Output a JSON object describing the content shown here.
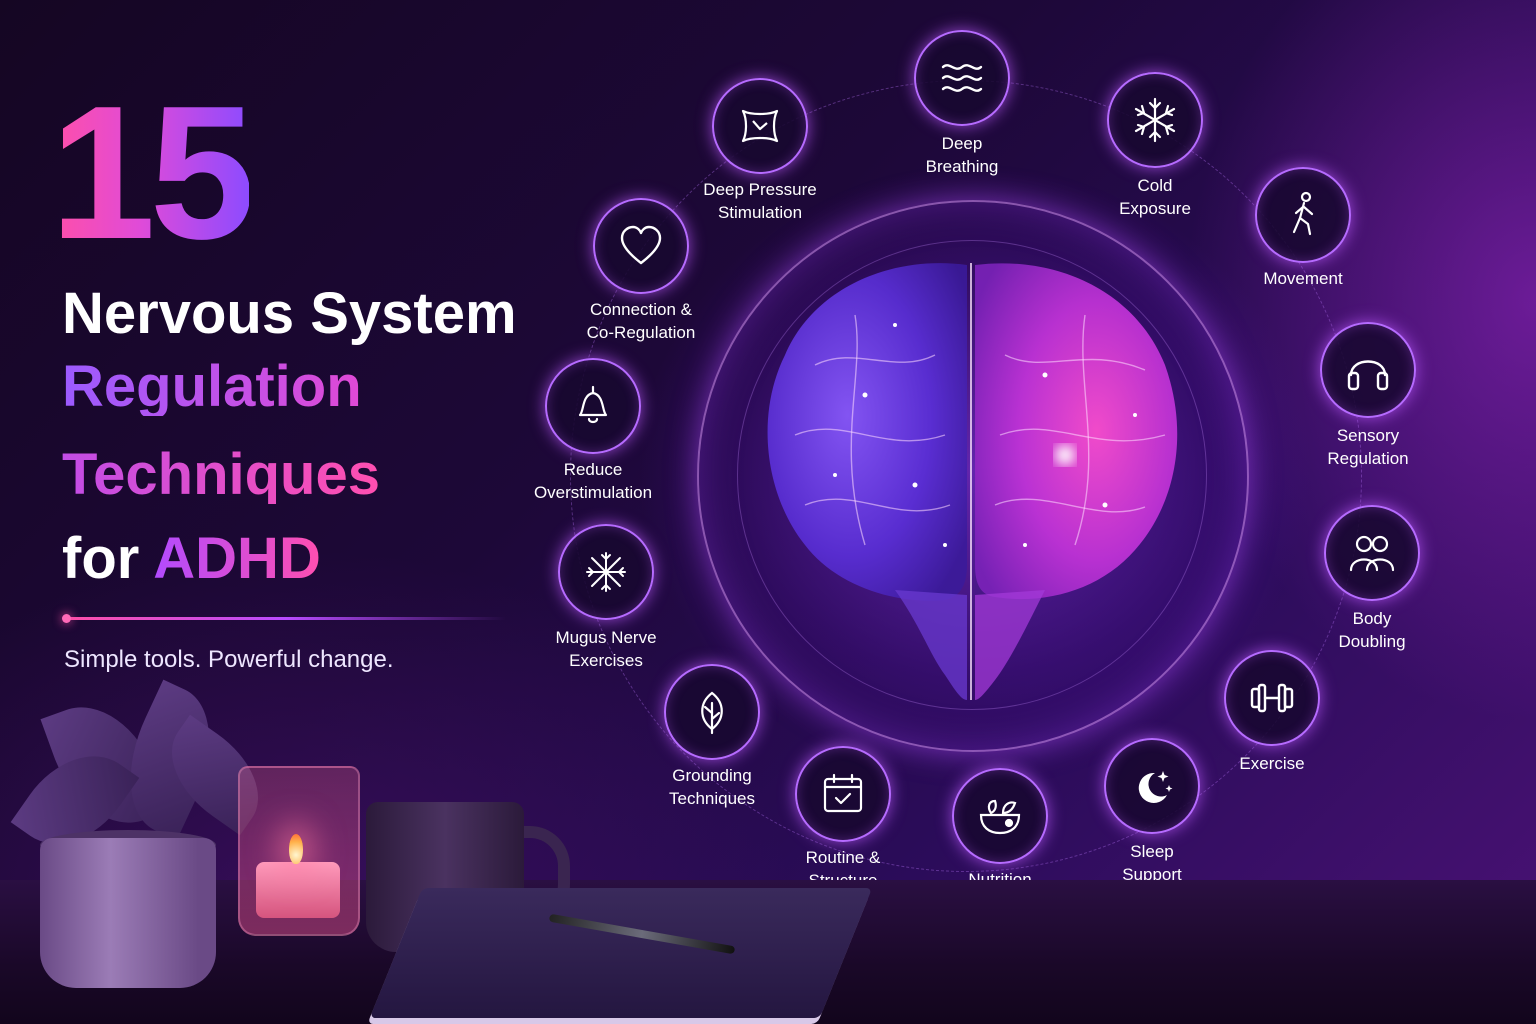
{
  "headline": {
    "number": "15",
    "line1": "Nervous System",
    "line2": "Regulation",
    "line3": "Techniques",
    "line4_prefix": "for ",
    "line4_accent": "ADHD",
    "tagline": "Simple tools. Powerful change."
  },
  "techniques": [
    {
      "label": [
        "Deep",
        "Breathing"
      ],
      "icon": "waves-icon"
    },
    {
      "label": [
        "Cold",
        "Exposure"
      ],
      "icon": "snowflake-icon"
    },
    {
      "label": [
        "Movement"
      ],
      "icon": "walking-person-icon"
    },
    {
      "label": [
        "Sensory",
        "Regulation"
      ],
      "icon": "headphones-icon"
    },
    {
      "label": [
        "Body",
        "Doubling"
      ],
      "icon": "two-people-icon"
    },
    {
      "label": [
        "Exercise"
      ],
      "icon": "dumbbell-icon"
    },
    {
      "label": [
        "Sleep",
        "Support"
      ],
      "icon": "moon-stars-icon"
    },
    {
      "label": [
        "Nutrition"
      ],
      "icon": "bowl-icon"
    },
    {
      "label": [
        "Routine &",
        "Structure"
      ],
      "icon": "calendar-check-icon"
    },
    {
      "label": [
        "Grounding",
        "Techniques"
      ],
      "icon": "leaf-icon"
    },
    {
      "label": [
        "Mugus Nerve",
        "Exercises"
      ],
      "icon": "nerve-icon"
    },
    {
      "label": [
        "Reduce",
        "Overstimulation"
      ],
      "icon": "bell-icon"
    },
    {
      "label": [
        "Connection &",
        "Co-Regulation"
      ],
      "icon": "heart-icon"
    },
    {
      "label": [
        "Deep Pressure",
        "Stimulation"
      ],
      "icon": "pillow-icon"
    }
  ],
  "colors": {
    "accent_pink": "#ff4fa8",
    "accent_purple": "#8d4bff",
    "node_border": "#b66bff",
    "background": "#1d0838"
  }
}
